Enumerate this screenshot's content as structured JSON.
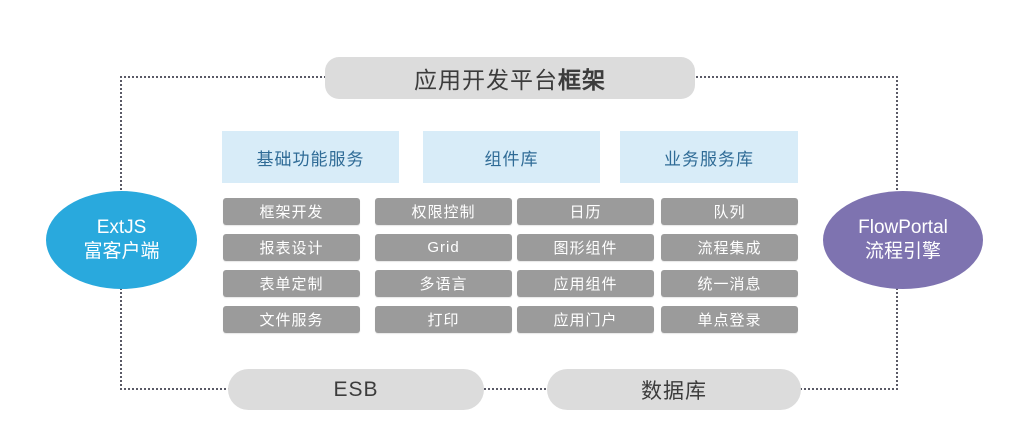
{
  "title": {
    "text_normal": "应用开发平台",
    "text_bold": "框架"
  },
  "categories": [
    {
      "label": "基础功能服务"
    },
    {
      "label": "组件库"
    },
    {
      "label": "业务服务库"
    }
  ],
  "grid": {
    "columns": [
      {
        "cells": [
          "框架开发",
          "报表设计",
          "表单定制",
          "文件服务"
        ]
      },
      {
        "cells": [
          "权限控制",
          "Grid",
          "多语言",
          "打印"
        ]
      },
      {
        "cells": [
          "日历",
          "图形组件",
          "应用组件",
          "应用门户"
        ]
      },
      {
        "cells": [
          "队列",
          "流程集成",
          "统一消息",
          "单点登录"
        ]
      }
    ]
  },
  "left_node": {
    "line1": "ExtJS",
    "line2": "富客户端",
    "color": "#29a9dd"
  },
  "right_node": {
    "line1": "FlowPortal",
    "line2": "流程引擎",
    "color": "#7e73b0"
  },
  "bottom": [
    {
      "label": "ESB"
    },
    {
      "label": "数据库"
    }
  ],
  "colors": {
    "category_bg": "#d8ecf8",
    "category_text": "#2f6b96",
    "cell_bg": "#9b9b9b",
    "cell_text": "#ffffff",
    "pill_bg": "#dcdcdc",
    "pill_text": "#3c3c3c",
    "frame_border": "#5a5a66",
    "canvas_bg": "#ffffff"
  }
}
